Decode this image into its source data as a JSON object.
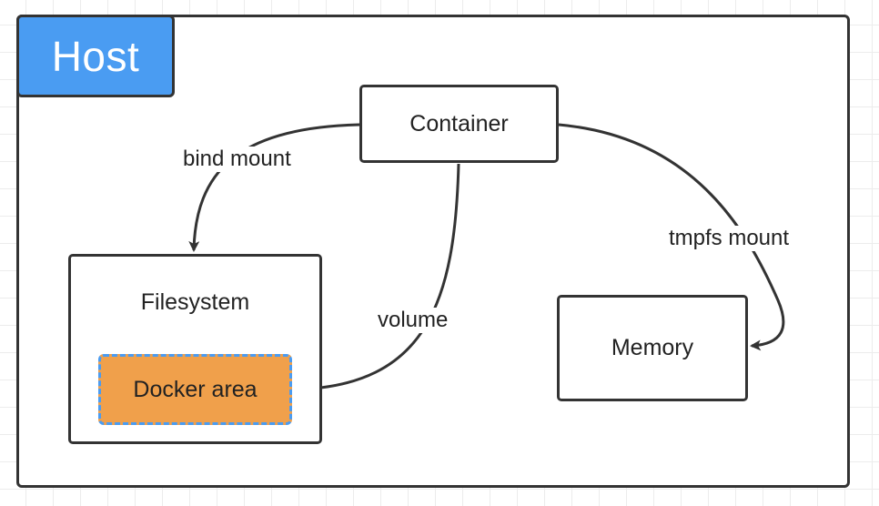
{
  "host": {
    "label": "Host",
    "badge_color": "#4a9cf2"
  },
  "nodes": {
    "container": "Container",
    "filesystem": "Filesystem",
    "docker_area": "Docker area",
    "memory": "Memory"
  },
  "edges": {
    "bind_mount": "bind mount",
    "volume": "volume",
    "tmpfs_mount": "tmpfs mount"
  },
  "colors": {
    "stroke": "#333333",
    "docker_area_fill": "#f0a04b",
    "docker_area_border": "#4a9cf2"
  }
}
